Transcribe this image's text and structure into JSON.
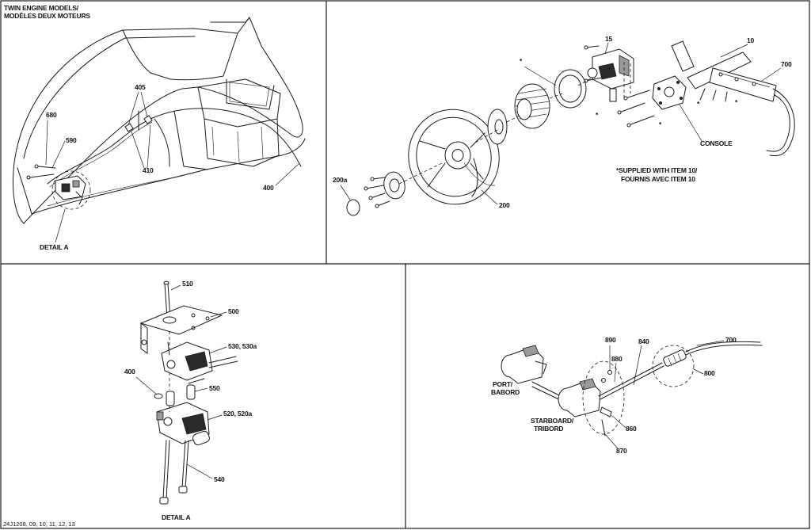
{
  "panels": {
    "top_left": {
      "title_line1": "TWIN ENGINE MODELS/",
      "title_line2": "MODÈLES DEUX MOTEURS",
      "labels": {
        "p405": "405",
        "p680": "680",
        "p590": "590",
        "p410": "410",
        "p400": "400",
        "detail": "DETAIL A"
      }
    },
    "top_right": {
      "labels": {
        "p15": "15",
        "p10": "10",
        "p700": "700",
        "p200a": "200a",
        "p200": "200",
        "console": "CONSOLE",
        "star1": "*",
        "star2": "*"
      },
      "note_line1": "*SUPPLIED WITH ITEM 10/",
      "note_line2": "FOURNIS AVEC ITEM 10"
    },
    "bottom_left": {
      "labels": {
        "p510": "510",
        "p500": "500",
        "p530": "530, 530a",
        "p400": "400",
        "p550": "550",
        "p520": "520, 520a",
        "p540": "540",
        "detail": "DETAIL A"
      }
    },
    "bottom_right": {
      "labels": {
        "p890": "890",
        "p840": "840",
        "p700": "700",
        "p880": "880",
        "p800": "800",
        "port_line1": "PORT/",
        "port_line2": "BABORD",
        "starboard_line1": "STARBOARD/",
        "starboard_line2": "TRIBORD",
        "p860": "860",
        "p870": "870"
      }
    }
  },
  "footer": {
    "ref": "24J1208, 09, 10, 11, 12, 13"
  }
}
